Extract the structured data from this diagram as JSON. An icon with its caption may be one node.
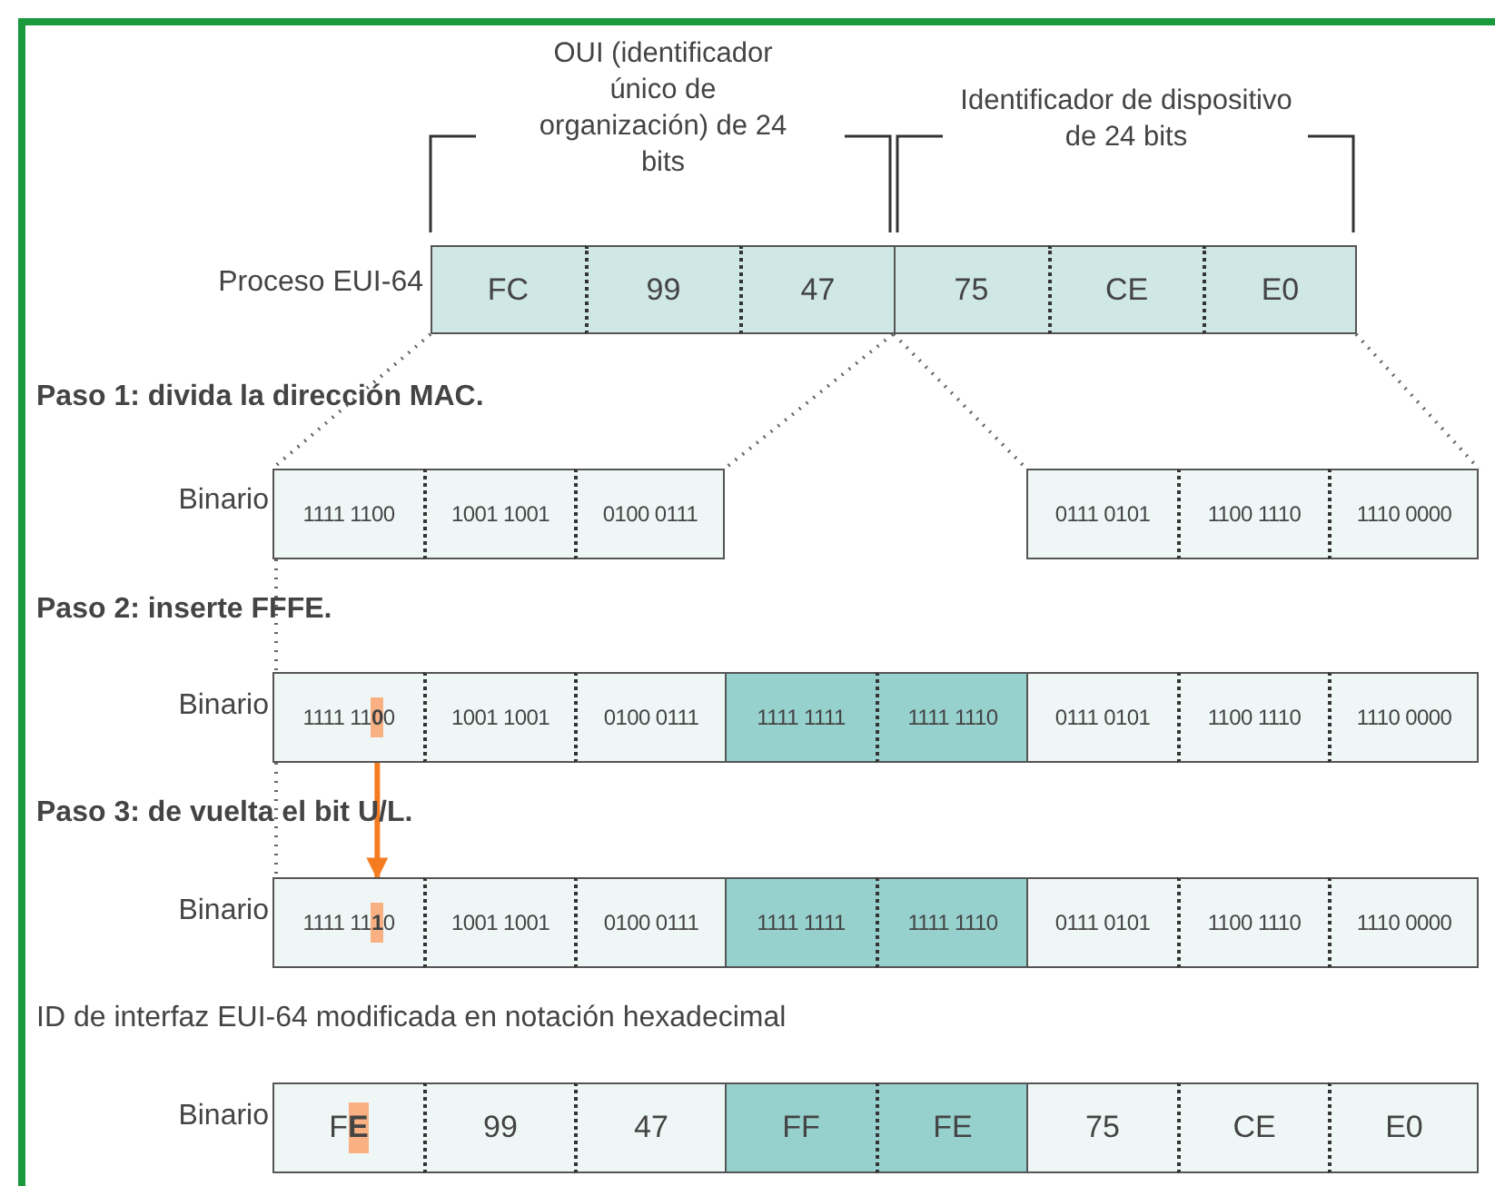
{
  "diagram": {
    "nodes": [
      {
        "text": [
          "FC"
        ]
      },
      {
        "text": [
          "99"
        ]
      },
      {
        "text": [
          "47"
        ]
      },
      {
        "text": [
          "75"
        ]
      },
      {
        "text": [
          "CE"
        ]
      },
      {
        "text": [
          "E0"
        ]
      },
      {
        "text": [
          "1111 1100"
        ]
      },
      {
        "text": [
          "1001 1001"
        ]
      },
      {
        "text": [
          "0100 0111"
        ]
      },
      {
        "text": [
          "0111 0101"
        ]
      },
      {
        "text": [
          "1100 1110"
        ]
      },
      {
        "text": [
          "1110 0000"
        ]
      },
      {
        "text": [
          "1111 11**0**0"
        ]
      },
      {
        "text": [
          "1001 1001"
        ]
      },
      {
        "text": [
          "0100 0111"
        ]
      },
      {
        "text": [
          "1111 1111"
        ]
      },
      {
        "text": [
          "1111 1110"
        ]
      },
      {
        "text": [
          "0111 0101"
        ]
      },
      {
        "text": [
          "1100 1110"
        ]
      },
      {
        "text": [
          "1110 0000"
        ]
      },
      {
        "text": [
          "1111 11**1**0"
        ]
      },
      {
        "text": [
          "1001 1001"
        ]
      },
      {
        "text": [
          "0100 0111"
        ]
      },
      {
        "text": [
          "1111 1111"
        ]
      },
      {
        "text": [
          "1111 1110"
        ]
      },
      {
        "text": [
          "0111 0101"
        ]
      },
      {
        "text": [
          "1100 1110"
        ]
      },
      {
        "text": [
          "1110 0000"
        ]
      },
      {
        "text": [
          "F**E**"
        ]
      },
      {
        "text": [
          "99"
        ]
      },
      {
        "text": [
          "47"
        ]
      },
      {
        "text": [
          "FF"
        ]
      },
      {
        "text": [
          "FE"
        ]
      },
      {
        "text": [
          "75"
        ]
      },
      {
        "text": [
          "CE"
        ]
      },
      {
        "text": [
          "E0"
        ]
      }
    ],
    "edges": [
      {
        "from": 0,
        "to": 6,
        "arrow": "none",
        "style": "dashed"
      },
      {
        "from": 2,
        "to": 8,
        "arrow": "none",
        "style": "dashed"
      },
      {
        "from": 3,
        "to": 9,
        "arrow": "none",
        "style": "dashed"
      },
      {
        "from": 5,
        "to": 11,
        "arrow": "none",
        "style": "dashed"
      },
      {
        "from": 6,
        "to": 12,
        "arrow": "none",
        "style": "dashed"
      },
      {
        "from": 12,
        "to": 20,
        "arrow": "none",
        "style": "dashed"
      },
      {
        "from": 12,
        "to": 20,
        "arrow": "to",
        "color": "#f47b20"
      }
    ],
    "labels": [
      "OUI (identificador único de organización) de 24 bits",
      "Identificador de dispositivo de 24 bits",
      "Proceso EUI-64",
      "Paso 1: divida la dirección MAC.",
      "Binario",
      "Paso 2: inserte FFFE.",
      "Binario",
      "Paso 3: de vuelta el bit U/L.",
      "Binario",
      "ID de interfaz EUI-64 modificada en notación hexadecimal",
      "Binario"
    ]
  }
}
